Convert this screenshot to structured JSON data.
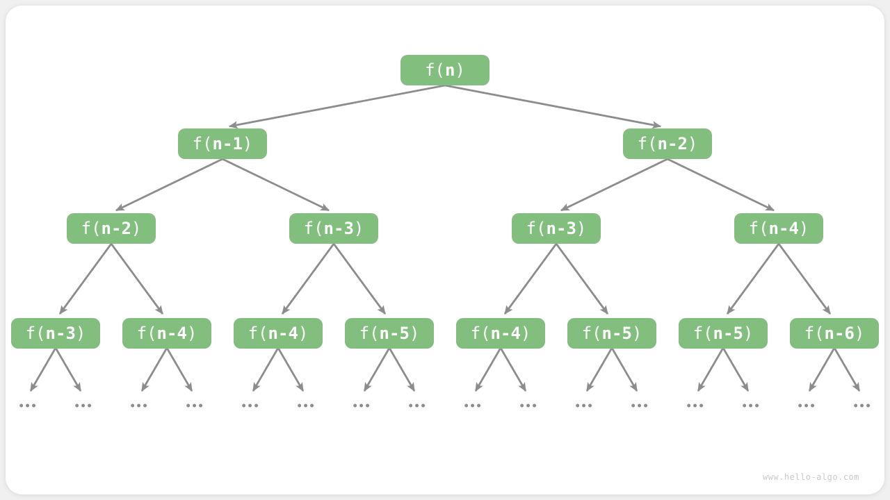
{
  "colors": {
    "page_bg": "#f0f0f0",
    "card_bg": "#ffffff",
    "node_green": "#82be7d",
    "arrow_gray": "#8c8c8c",
    "node_text": "#ffffff",
    "watermark_gray": "#c8c8c8"
  },
  "watermark": "www.hello-algo.com",
  "tree": {
    "ellipsis": "...",
    "levels": [
      {
        "nodes": [
          {
            "pre": "f(",
            "arg": "n",
            "post": ")"
          }
        ]
      },
      {
        "nodes": [
          {
            "pre": "f(",
            "arg": "n-1",
            "post": ")"
          },
          {
            "pre": "f(",
            "arg": "n-2",
            "post": ")"
          }
        ]
      },
      {
        "nodes": [
          {
            "pre": "f(",
            "arg": "n-2",
            "post": ")"
          },
          {
            "pre": "f(",
            "arg": "n-3",
            "post": ")"
          },
          {
            "pre": "f(",
            "arg": "n-3",
            "post": ")"
          },
          {
            "pre": "f(",
            "arg": "n-4",
            "post": ")"
          }
        ]
      },
      {
        "nodes": [
          {
            "pre": "f(",
            "arg": "n-3",
            "post": ")"
          },
          {
            "pre": "f(",
            "arg": "n-4",
            "post": ")"
          },
          {
            "pre": "f(",
            "arg": "n-4",
            "post": ")"
          },
          {
            "pre": "f(",
            "arg": "n-5",
            "post": ")"
          },
          {
            "pre": "f(",
            "arg": "n-4",
            "post": ")"
          },
          {
            "pre": "f(",
            "arg": "n-5",
            "post": ")"
          },
          {
            "pre": "f(",
            "arg": "n-5",
            "post": ")"
          },
          {
            "pre": "f(",
            "arg": "n-6",
            "post": ")"
          }
        ]
      }
    ]
  }
}
